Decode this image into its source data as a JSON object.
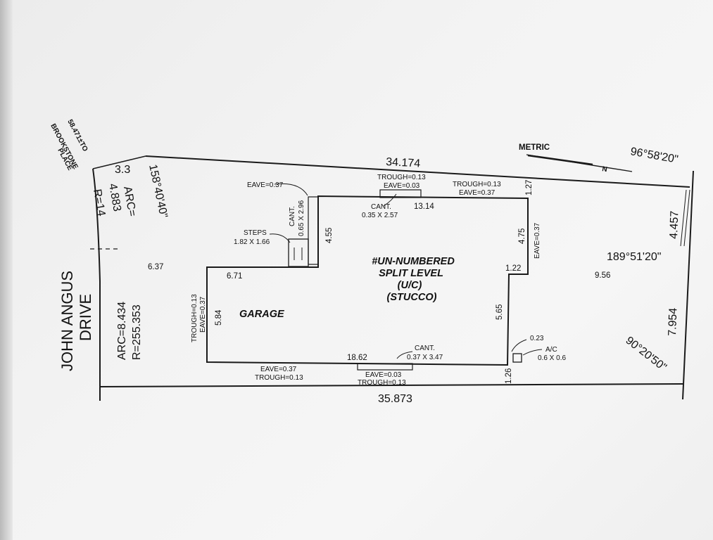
{
  "north_label": "METRIC",
  "road": {
    "name_line1": "JOHN ANGUS",
    "name_line2": "DRIVE",
    "to_place": "58.471±TO",
    "place_name": "BROOKSTONE",
    "place_word": "PLACE"
  },
  "lot": {
    "front_dim": "34.174",
    "rear_dim": "35.873",
    "right_top_dim": "4.457",
    "right_bottom_dim": "7.954",
    "left_side_dim": "6.37",
    "right_setback": "9.56",
    "corner_dim": "3.3",
    "angle_top_left": "158°40'40\"",
    "angle_top_right": "96°58'20\"",
    "angle_right_mid": "189°51'20\"",
    "angle_bottom_right": "90°20'50\"",
    "arc_upper_line1": "ARC=",
    "arc_upper_line2": "4.883",
    "radius_upper": "R=14",
    "arc_lower": "ARC=8.434",
    "radius_lower": "R=255.353"
  },
  "house": {
    "title_line1": "#UN-NUMBERED",
    "title_line2": "SPLIT LEVEL",
    "title_line3": "(U/C)",
    "title_line4": "(STUCCO)",
    "garage": "GARAGE",
    "dim_top": "13.14",
    "dim_bottom": "18.62",
    "dim_left": "5.84",
    "dim_step_top": "6.71",
    "dim_step_side": "4.55",
    "dim_right_upper": "4.75",
    "dim_right_jog": "1.22",
    "dim_right_lower": "5.65",
    "dim_front_setback": "1.27",
    "dim_rear_setback": "1.26",
    "dim_ac_offset": "0.23"
  },
  "notes": {
    "trough_top": "TROUGH=0.13",
    "eave_top_small": "EAVE=0.03",
    "cant_top_label": "CANT.",
    "cant_top_size": "0.35 X 2.57",
    "trough_top_right": "TROUGH=0.13",
    "eave_top_right": "EAVE=0.37",
    "eave_top_left": "EAVE=0.37",
    "cant_left_label": "CANT.",
    "cant_left_size": "0.65 X 2.96",
    "steps_label": "STEPS",
    "steps_size": "1.82 X 1.66",
    "eave_right": "EAVE=0.37",
    "trough_left": "TROUGH=0.13",
    "eave_left": "EAVE=0.37",
    "eave_bottom_left": "EAVE=0.37",
    "trough_bottom_left": "TROUGH=0.13",
    "cant_bottom_label": "CANT.",
    "cant_bottom_size": "0.37 X 3.47",
    "eave_bottom_small": "EAVE=0.03",
    "trough_bottom_small": "TROUGH=0.13",
    "ac_label": "A/C",
    "ac_size": "0.6 X 0.6"
  }
}
